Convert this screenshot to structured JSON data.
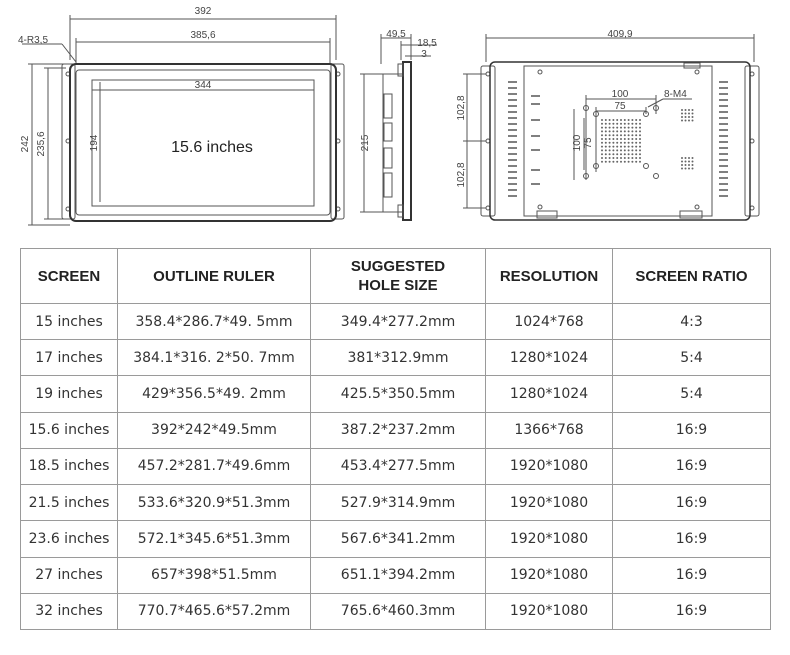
{
  "drawing": {
    "front": {
      "width_outer": "392",
      "width_inner": "385,6",
      "corner_radius": "4-R3,5",
      "height_outer": "242",
      "height_inner": "235,6",
      "screen_width": "344",
      "screen_height": "194",
      "label": "15.6 inches"
    },
    "side": {
      "depth": "49,5",
      "depth_body": "18,5",
      "flange": "3",
      "height": "215"
    },
    "back": {
      "width": "409,9",
      "bracket_top": "102,8",
      "bracket_bottom": "102,8",
      "vesa_h": "100",
      "vesa_h_small": "75",
      "vesa_v": "100",
      "vesa_v_small": "75",
      "screw": "8-M4"
    }
  },
  "table": {
    "headers": [
      "SCREEN",
      "OUTLINE RULER",
      "SUGGESTED\nHOLE SIZE",
      "RESOLUTION",
      "SCREEN RATIO"
    ],
    "rows": [
      [
        "15 inches",
        "358.4*286.7*49. 5mm",
        "349.4*277.2mm",
        "1024*768",
        "4:3"
      ],
      [
        "17 inches",
        "384.1*316. 2*50. 7mm",
        "381*312.9mm",
        "1280*1024",
        "5:4"
      ],
      [
        "19 inches",
        "429*356.5*49. 2mm",
        "425.5*350.5mm",
        "1280*1024",
        "5:4"
      ],
      [
        "15.6 inches",
        "392*242*49.5mm",
        "387.2*237.2mm",
        "1366*768",
        "16:9"
      ],
      [
        "18.5 inches",
        "457.2*281.7*49.6mm",
        "453.4*277.5mm",
        "1920*1080",
        "16:9"
      ],
      [
        "21.5 inches",
        "533.6*320.9*51.3mm",
        "527.9*314.9mm",
        "1920*1080",
        "16:9"
      ],
      [
        "23.6 inches",
        "572.1*345.6*51.3mm",
        "567.6*341.2mm",
        "1920*1080",
        "16:9"
      ],
      [
        "27 inches",
        "657*398*51.5mm",
        "651.1*394.2mm",
        "1920*1080",
        "16:9"
      ],
      [
        "32 inches",
        "770.7*465.6*57.2mm",
        "765.6*460.3mm",
        "1920*1080",
        "16:9"
      ]
    ]
  }
}
